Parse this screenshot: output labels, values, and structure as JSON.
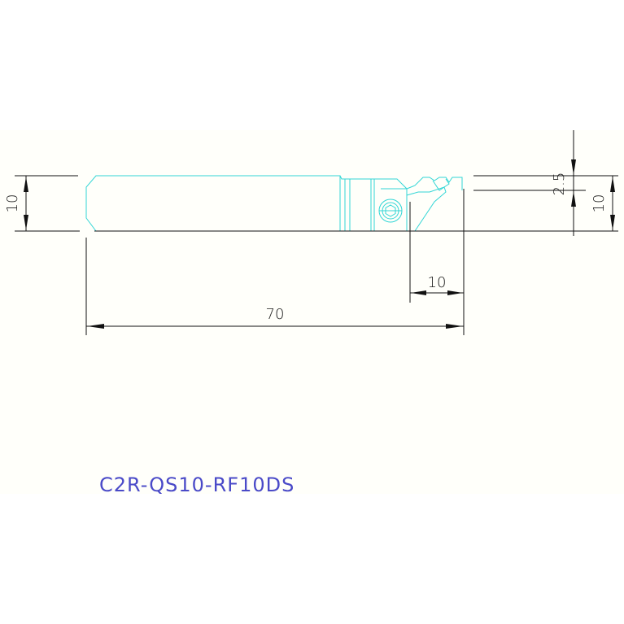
{
  "drawing": {
    "part_code": "C2R-QS10-RF10DS",
    "dimensions": {
      "overall_length": "70",
      "shank_height_left": "10",
      "shank_height_right": "10",
      "head_length": "10",
      "offset": "2.5"
    }
  },
  "colors": {
    "outline": "#33d6d6",
    "dimension": "#111111",
    "part_code": "#4a4ac8",
    "drawing_background": "#fffffa"
  }
}
